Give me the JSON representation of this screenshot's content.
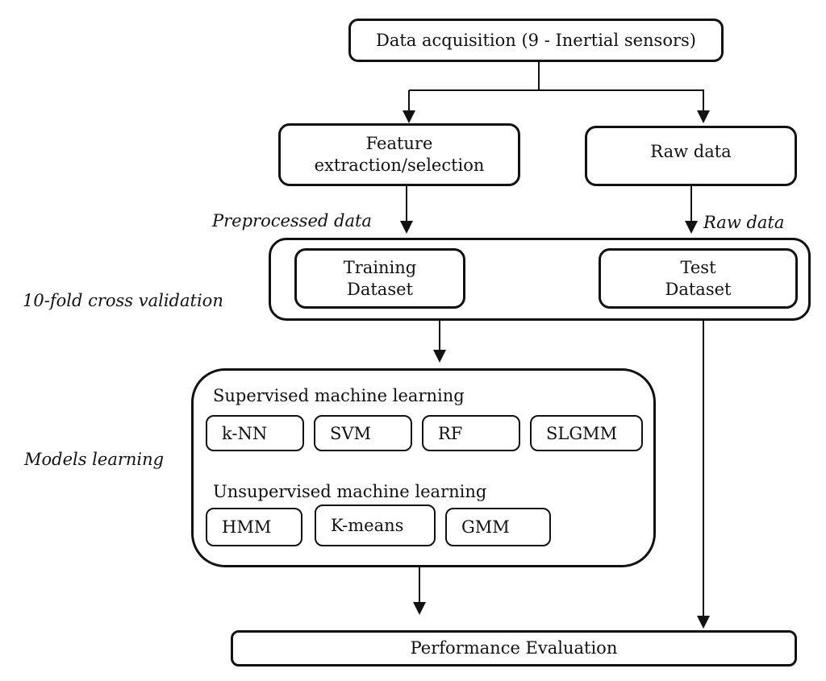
{
  "boxes": {
    "data_acquisition": "Data acquisition (9 - Inertial sensors)",
    "feature_line1": "Feature",
    "feature_line2": "extraction/selection",
    "raw": "Raw data",
    "training_line1": "Training",
    "training_line2": "Dataset",
    "test_line1": "Test",
    "test_line2": "Dataset",
    "performance": "Performance Evaluation"
  },
  "labels": {
    "preprocessed_data": "Preprocessed data",
    "raw_data": "Raw data",
    "cross_validation": "10-fold cross validation",
    "models_learning": "Models learning"
  },
  "models": {
    "supervised_heading": "Supervised machine learning",
    "supervised_items": [
      "k-NN",
      "SVM",
      "RF",
      "SLGMM"
    ],
    "unsupervised_heading": "Unsupervised machine learning",
    "unsupervised_items": [
      "HMM",
      "K-means",
      "GMM"
    ]
  },
  "colors": {
    "line": "#111111",
    "background": "#ffffff"
  }
}
